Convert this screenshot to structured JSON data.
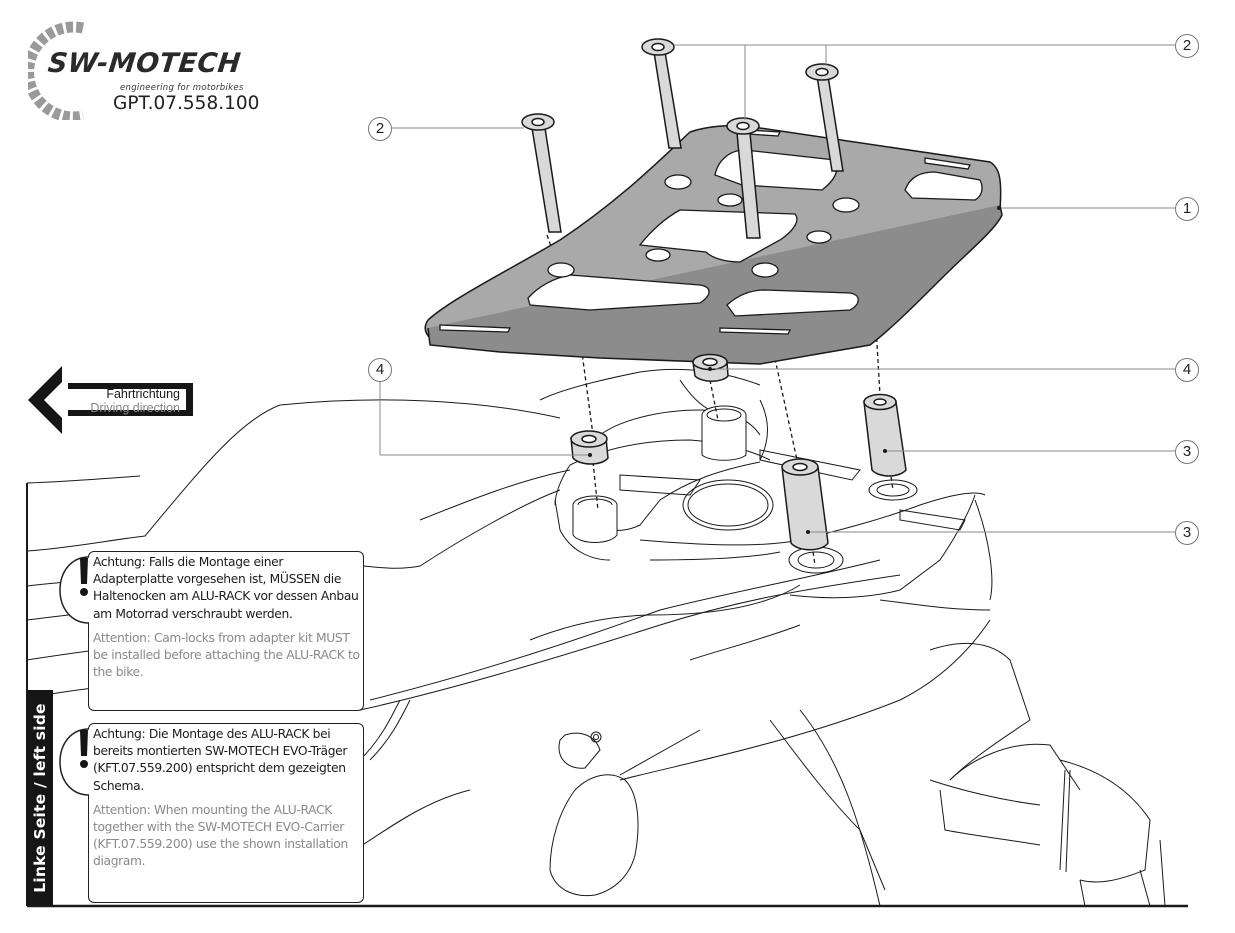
{
  "header": {
    "brand": "SW-MOTECH",
    "tagline": "engineering for motorbikes",
    "part_number": "GPT.07.558.100"
  },
  "direction": {
    "label_de": "Fahrtrichtung",
    "label_en": "Driving direction",
    "icon": "arrow-left-icon"
  },
  "side_label": "Linke Seite / left side",
  "callouts": [
    {
      "number": "1",
      "part": "adapter-plate"
    },
    {
      "number": "2",
      "part": "countersunk-screw"
    },
    {
      "number": "2",
      "part": "countersunk-screw"
    },
    {
      "number": "3",
      "part": "long-spacer"
    },
    {
      "number": "3",
      "part": "long-spacer"
    },
    {
      "number": "4",
      "part": "short-spacer"
    },
    {
      "number": "4",
      "part": "short-spacer"
    }
  ],
  "notes": [
    {
      "icon": "exclamation-icon",
      "de": "Achtung: Falls die Montage einer Adapterplatte vorgesehen ist, MÜSSEN die Haltenocken am ALU-RACK vor dessen Anbau am Motorrad verschraubt werden.",
      "en": "Attention: Cam-locks from adapter kit MUST be installed before attaching the ALU-RACK to the bike."
    },
    {
      "icon": "exclamation-icon",
      "de": "Achtung: Die Montage des ALU-RACK bei bereits montierten SW-MOTECH EVO-Träger (KFT.07.559.200) entspricht dem gezeigten Schema.",
      "en": "Attention: When mounting the ALU-RACK together with the SW-MOTECH EVO-Carrier (KFT.07.559.200) use the shown installation diagram."
    }
  ],
  "colors": {
    "plate_fill": "#a9a9a9",
    "part_fill": "#d9d9d9",
    "line": "#1a1a1a",
    "leader": "#888888",
    "note_en_text": "#8a8a8a"
  }
}
